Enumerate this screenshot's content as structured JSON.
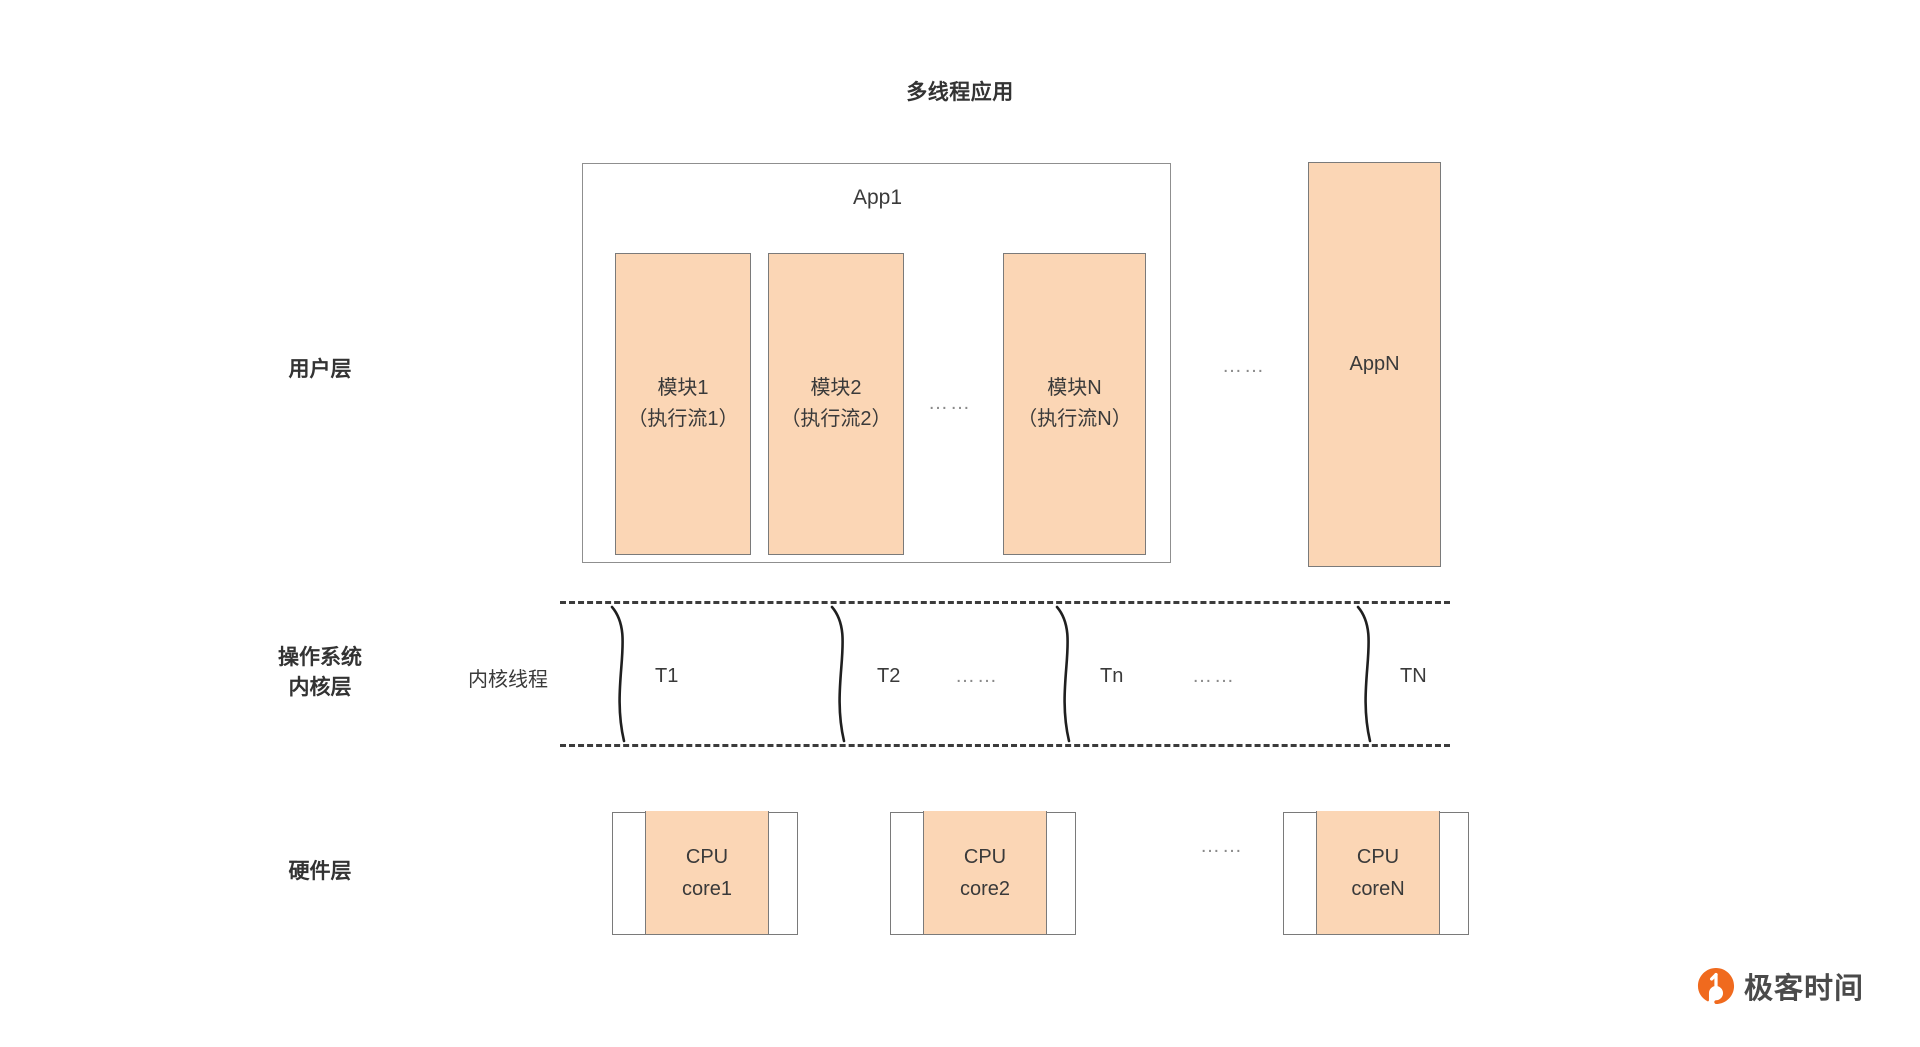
{
  "diagram": {
    "title": "多线程应用",
    "layers": [
      {
        "id": "user",
        "label": "用户层"
      },
      {
        "id": "kernel",
        "label": "操作系统\n内核层"
      },
      {
        "id": "hardware",
        "label": "硬件层"
      }
    ]
  },
  "user_layer": {
    "app1": {
      "title": "App1",
      "modules": [
        {
          "line1": "模块1",
          "line2": "（执行流1）"
        },
        {
          "line1": "模块2",
          "line2": "（执行流2）"
        },
        {
          "line1": "模块N",
          "line2": "（执行流N）"
        }
      ],
      "modules_ellipsis": "……"
    },
    "apps_ellipsis": "……",
    "appN": {
      "label": "AppN"
    }
  },
  "kernel_layer": {
    "side_label": "内核线程",
    "threads": [
      {
        "label": "T1"
      },
      {
        "label": "T2"
      },
      {
        "label": "Tn"
      },
      {
        "label": "TN"
      }
    ],
    "ellipsis_after_t2": "……",
    "ellipsis_after_tn": "……"
  },
  "hardware_layer": {
    "cpus": [
      {
        "line1": "CPU",
        "line2": "core1"
      },
      {
        "line1": "CPU",
        "line2": "core2"
      },
      {
        "line1": "CPU",
        "line2": "coreN"
      }
    ],
    "ellipsis": "……"
  },
  "watermark": {
    "text": "极客时间",
    "logo_icon": "geektime-logo-icon"
  },
  "colors": {
    "fill_orange": "#FBD6B5",
    "stroke_gray": "#7a7a7a",
    "text_dark": "#3a3a3a",
    "dash_dark": "#3c3c3c",
    "brand_orange": "#F06A1E"
  }
}
